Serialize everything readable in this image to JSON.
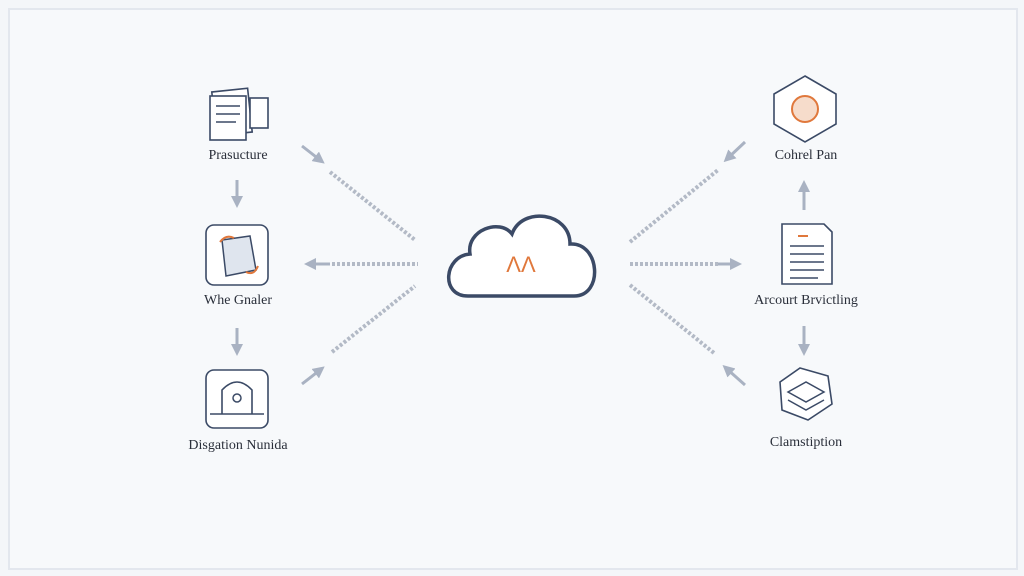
{
  "hub": {
    "icon": "cloud-icon",
    "glyph": "ΛΛ"
  },
  "left_nodes": [
    {
      "label": "Prasucture",
      "icon": "documents-icon"
    },
    {
      "label": "Whe Gnaler",
      "icon": "scroll-icon"
    },
    {
      "label": "Disgation Nunida",
      "icon": "lock-tower-icon"
    }
  ],
  "right_nodes": [
    {
      "label": "Cohrel Pan",
      "icon": "hexagon-badge-icon"
    },
    {
      "label": "Arcourt Brvictling",
      "icon": "document-icon"
    },
    {
      "label": "Clamstiption",
      "icon": "stacked-box-icon"
    }
  ],
  "colors": {
    "accent": "#e0783c",
    "line": "#3b4a66",
    "connector": "#a9b2c2"
  }
}
